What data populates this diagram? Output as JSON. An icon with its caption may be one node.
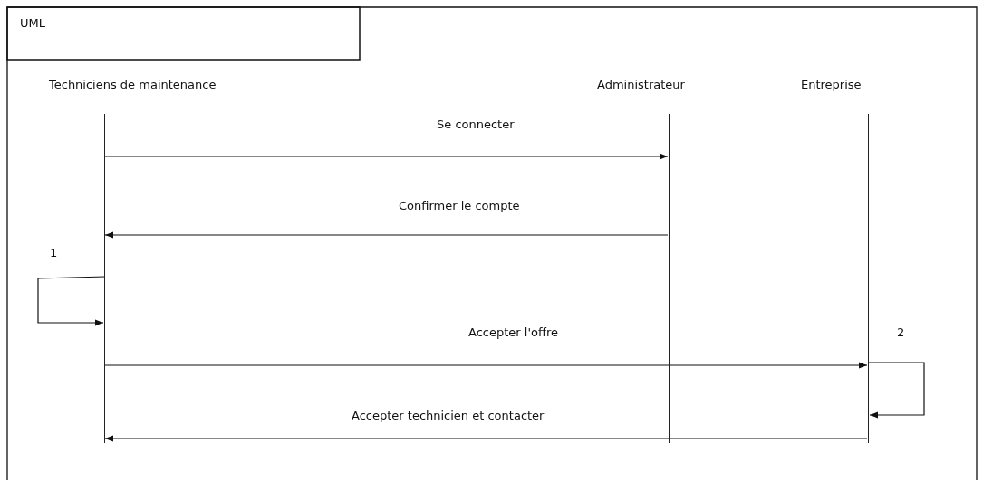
{
  "diagram": {
    "title": "UML",
    "nodes": [
      {
        "text": [
          "Techniciens de maintenance"
        ]
      },
      {
        "text": [
          "Administrateur"
        ]
      },
      {
        "text": [
          "Entreprise"
        ]
      }
    ],
    "edges": [
      {
        "from": 0,
        "to": 1,
        "arrow": "to",
        "label": "Se connecter"
      },
      {
        "from": 1,
        "to": 0,
        "arrow": "to",
        "label": "Confirmer le compte"
      },
      {
        "from": 0,
        "to": 0,
        "arrow": "to"
      },
      {
        "from": 0,
        "to": 2,
        "arrow": "to",
        "label": "Accepter l'offre"
      },
      {
        "from": 2,
        "to": 2,
        "arrow": "to"
      },
      {
        "from": 2,
        "to": 0,
        "arrow": "to",
        "label": "Accepter technicien et contacter"
      }
    ],
    "labels": [
      "1",
      "2"
    ]
  }
}
